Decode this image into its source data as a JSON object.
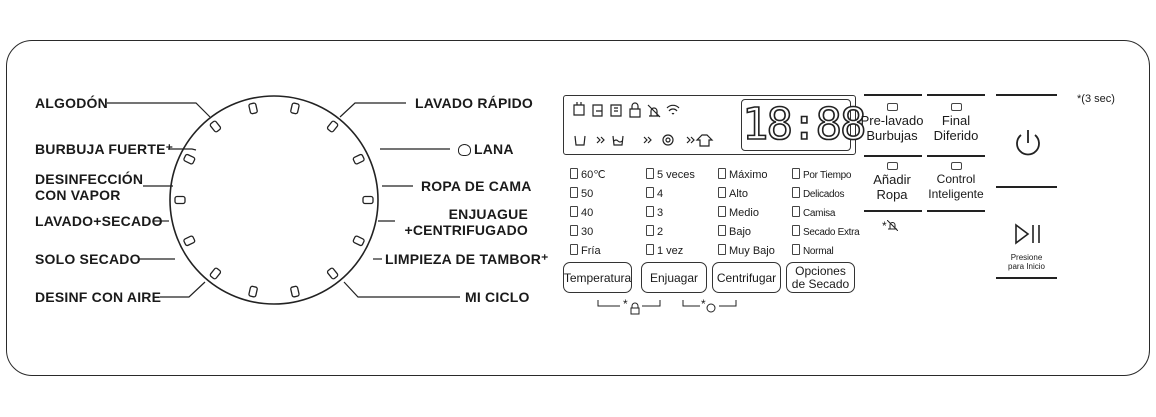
{
  "dial": {
    "left_programs": [
      "ALGODÓN",
      "BURBUJA FUERTE⁺",
      "DESINFECCIÓN",
      "CON VAPOR",
      "LAVADO+SECADO",
      "SOLO SECADO",
      "DESINF CON AIRE"
    ],
    "right_programs": [
      "LAVADO RÁPIDO",
      "LANA",
      "ROPA DE CAMA",
      "ENJUAGUE",
      "+CENTRIFUGADO",
      "LIMPIEZA DE TAMBOR⁺",
      "MI CICLO"
    ]
  },
  "display": {
    "time": "18:88"
  },
  "options": {
    "temperature": [
      "60℃",
      "50",
      "40",
      "30",
      "Fría"
    ],
    "rinse": [
      "5 veces",
      "4",
      "3",
      "2",
      "1 vez"
    ],
    "spin": [
      "Máximo",
      "Alto",
      "Medio",
      "Bajo",
      "Muy Bajo"
    ],
    "dry": [
      "Por Tiempo",
      "Delicados",
      "Camisa",
      "Secado Extra",
      "Normal"
    ]
  },
  "buttons": {
    "temperature": "Temperatura",
    "rinse": "Enjuagar",
    "spin": "Centrifugar",
    "dry_l1": "Opciones",
    "dry_l2": "de Secado",
    "prewash_l1": "Pre-lavado",
    "prewash_l2": "Burbujas",
    "delay_l1": "Final",
    "delay_l2": "Diferido",
    "addwash_l1": "Añadir",
    "addwash_l2": "Ropa",
    "smart_l1": "Control",
    "smart_l2": "Inteligente",
    "start_l1": "Presione",
    "start_l2": "para Inicio",
    "power_hint": "*(3 sec)"
  },
  "hints": {
    "lock": "*",
    "smart": "*",
    "mute": "*"
  }
}
